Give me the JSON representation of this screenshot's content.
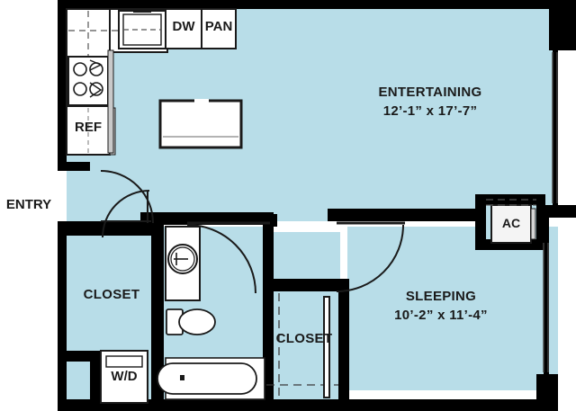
{
  "plan": {
    "title": "Apartment Floor Plan",
    "colors": {
      "floor_fill": "#b8dde8",
      "wall": "#000000",
      "fixture_fill": "#ffffff",
      "fixture_stroke": "#1a1a1a",
      "background": "#ffffff",
      "text": "#1a1a1a"
    }
  },
  "rooms": [
    {
      "id": "entertaining",
      "name": "ENTERTAINING",
      "dimensions": "12’-1” x 17’-7”"
    },
    {
      "id": "sleeping",
      "name": "SLEEPING",
      "dimensions": "10’-2” x 11’-4”"
    },
    {
      "id": "closet-entry",
      "name": "CLOSET",
      "dimensions": ""
    },
    {
      "id": "closet-bedroom",
      "name": "CLOSET",
      "dimensions": ""
    }
  ],
  "labels": {
    "entry": "ENTRY",
    "ref": "REF",
    "dw": "DW",
    "pan": "PAN",
    "wd": "W/D",
    "ac": "AC"
  },
  "fixtures": [
    {
      "id": "kitchen-sink",
      "name": "kitchen-sink"
    },
    {
      "id": "range",
      "name": "range-cooktop"
    },
    {
      "id": "refrigerator",
      "name": "refrigerator"
    },
    {
      "id": "dishwasher",
      "name": "dishwasher"
    },
    {
      "id": "pantry",
      "name": "pantry"
    },
    {
      "id": "kitchen-island",
      "name": "kitchen-island"
    },
    {
      "id": "washer-dryer",
      "name": "washer-dryer"
    },
    {
      "id": "ac-unit",
      "name": "air-conditioning-unit"
    },
    {
      "id": "bathroom-vanity",
      "name": "bathroom-vanity-sink"
    },
    {
      "id": "toilet",
      "name": "toilet"
    },
    {
      "id": "bathtub",
      "name": "bathtub"
    }
  ]
}
